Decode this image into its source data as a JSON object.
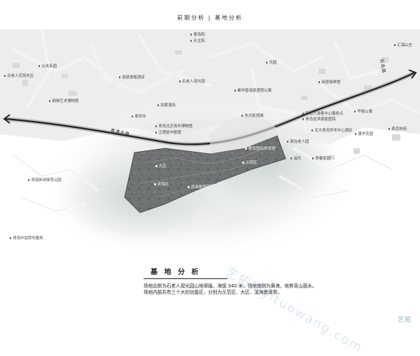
{
  "header": {
    "title": "前期分析 | 基地分析"
  },
  "roads": [
    {
      "name": "香港东路"
    },
    {
      "name": "石岛路"
    }
  ],
  "places": [
    {
      "name": "麦岛院"
    },
    {
      "name": "天主院"
    },
    {
      "name": "山水名园"
    },
    {
      "name": "石老人花苑东区"
    },
    {
      "name": "浩逊游艇酒店"
    },
    {
      "name": "石老人观光园"
    },
    {
      "name": "乐园"
    },
    {
      "name": "汇海山庄"
    },
    {
      "name": "钢琴艺术博物馆"
    },
    {
      "name": "都市智海景度假公寓"
    },
    {
      "name": "阅景咖啡馆"
    },
    {
      "name": "如家酒店"
    },
    {
      "name": "奉安寺"
    },
    {
      "name": "东方影视城"
    },
    {
      "name": "石老人游客中心服务点"
    },
    {
      "name": "青岛佳世康复医院"
    },
    {
      "name": "华振公寓"
    },
    {
      "name": "青岛北京青年博物馆"
    },
    {
      "name": "正德堂中医馆"
    },
    {
      "name": "北大青岛学术中心酒店"
    },
    {
      "name": "康华花园"
    },
    {
      "name": "燕京林苑"
    },
    {
      "name": "滨海休闲体育公园"
    },
    {
      "name": "家在老人园"
    },
    {
      "name": "溢光"
    },
    {
      "name": "青春家园"
    },
    {
      "name": "青岛中加拜车服务"
    }
  ],
  "site_labels": [
    {
      "name": "青岛国际体育馆"
    },
    {
      "name": "大区"
    },
    {
      "name": "示范区"
    },
    {
      "name": "滨海区"
    },
    {
      "name": "滨海景观带"
    }
  ],
  "analysis": {
    "title": "基 地 分 析",
    "lines": [
      "场地北侧为石老人观光园山地翠蹊，海拔 340 米，场地南侧为黄海，地势背山面水。",
      "场地内部共有三个大的功能区，分别为示范区、大区、滨海景观带。"
    ]
  },
  "watermark": "艺拓网yituowang.com",
  "brand": "艺拓"
}
